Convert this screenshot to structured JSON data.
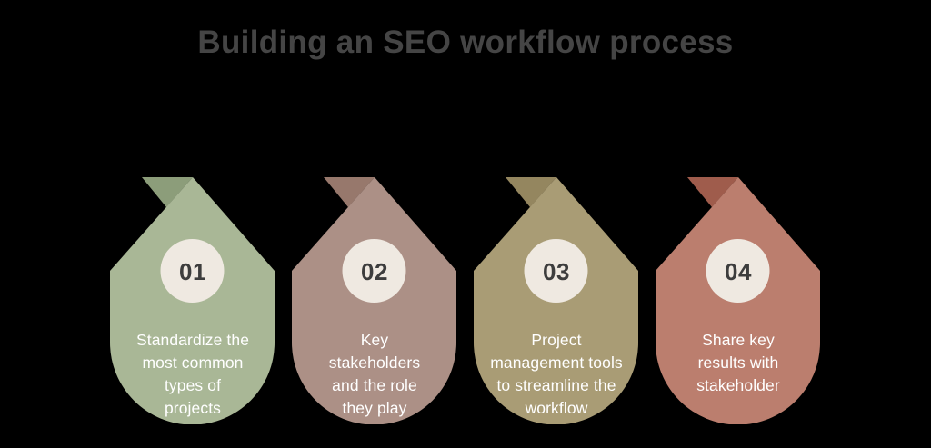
{
  "title": "Building an SEO workflow process",
  "colors": {
    "background": "#000000",
    "title_text": "#454545",
    "step_text": "#ffffff",
    "number_text": "#3d3d3d",
    "circle_fill": "#efe9e1"
  },
  "steps": [
    {
      "number": "01",
      "description": "Standardize the\nmost common\ntypes of\nprojects",
      "body_color": "#a9b796",
      "fold_color": "#8c9d7a"
    },
    {
      "number": "02",
      "description": "Key\nstakeholders\nand the role\nthey play",
      "body_color": "#ac9086",
      "fold_color": "#97786c"
    },
    {
      "number": "03",
      "description": "Project\nmanagement tools\nto streamline the\nworkflow",
      "body_color": "#a99c75",
      "fold_color": "#94865f"
    },
    {
      "number": "04",
      "description": "Share key\nresults with\nstakeholder",
      "body_color": "#bb7e6e",
      "fold_color": "#9f5c4c"
    }
  ]
}
